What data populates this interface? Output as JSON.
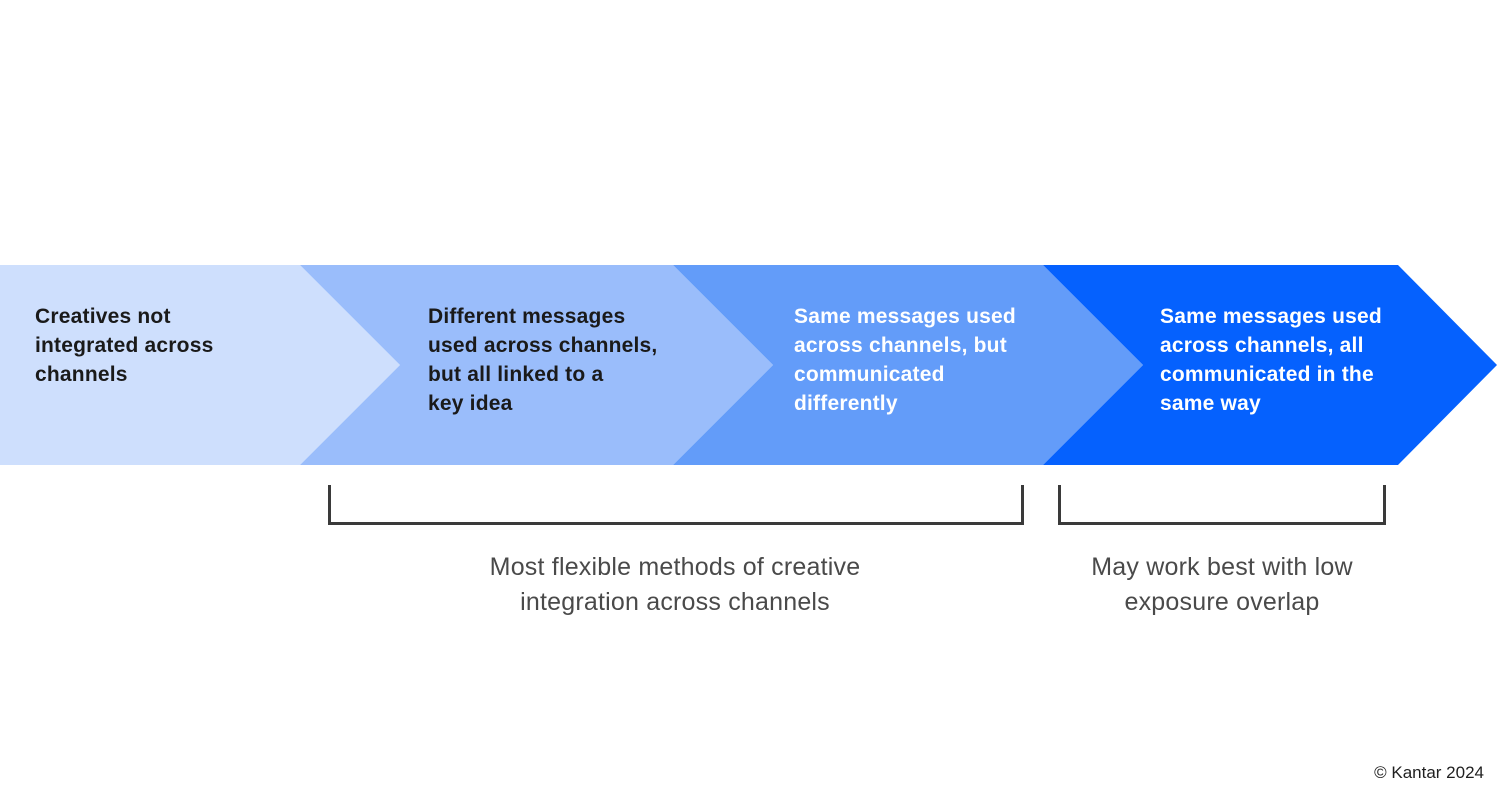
{
  "diagram": {
    "type": "process-chevron-flow",
    "band_background": "#ffffff",
    "segments": [
      {
        "label": "Creatives not\nintegrated across\nchannels",
        "color": "#CEDFFD",
        "text_color": "#1A1A1A"
      },
      {
        "label": "Different messages\nused across channels,\nbut all linked to a\nkey idea",
        "color": "#9ABDFB",
        "text_color": "#1A1A1A"
      },
      {
        "label": "Same messages used\nacross channels, but\ncommunicated\ndifferently",
        "color": "#639CF9",
        "text_color": "#FFFFFF"
      },
      {
        "label": "Same messages used\nacross channels, all\ncommunicated in the\nsame way",
        "color": "#0561FE",
        "text_color": "#FFFFFF"
      }
    ],
    "annotations": [
      {
        "label": "Most flexible methods of creative\nintegration across channels",
        "covers": "segments 2-3"
      },
      {
        "label": "May work best with low\nexposure overlap",
        "covers": "segment 4"
      }
    ],
    "bracket_color": "#3A3A3A",
    "annotation_text_color": "#4A4A4A"
  },
  "footer": {
    "copyright": "© Kantar 2024"
  }
}
